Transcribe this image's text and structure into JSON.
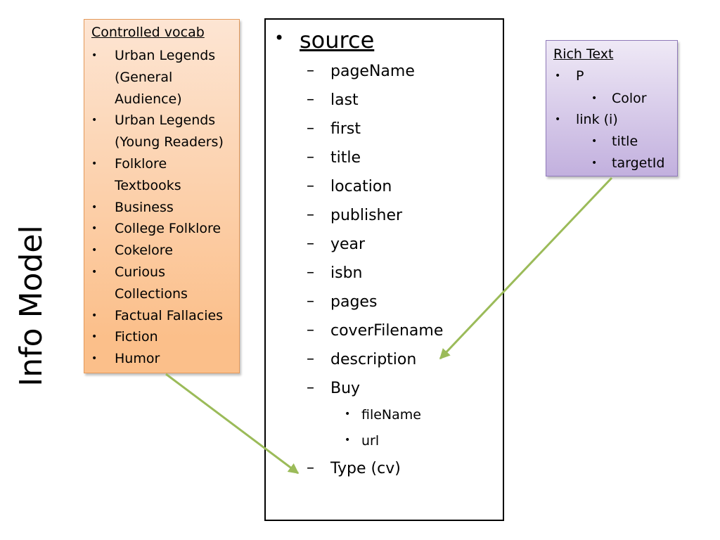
{
  "side_title": "Info Model",
  "controlled_vocab": {
    "heading": "Controlled vocab",
    "items": [
      [
        "Urban Legends",
        "(General",
        "Audience)"
      ],
      [
        "Urban Legends",
        "(Young Readers)"
      ],
      [
        "Folklore",
        "Textbooks"
      ],
      [
        "Business"
      ],
      [
        "College Folklore"
      ],
      [
        "Cokelore"
      ],
      [
        "Curious",
        "Collections"
      ],
      [
        "Factual Fallacies"
      ],
      [
        "Fiction"
      ],
      [
        "Humor"
      ]
    ]
  },
  "source": {
    "heading": "source",
    "fields": [
      "pageName",
      "last",
      "first",
      "title",
      "location",
      "publisher",
      "year",
      "isbn",
      "pages",
      "coverFilename",
      "description",
      "Buy"
    ],
    "buy_subfields": [
      "fileName",
      "url"
    ],
    "last_field": "Type (cv)"
  },
  "rich_text": {
    "heading": "Rich Text",
    "p_label": "P",
    "p_children": [
      "Color"
    ],
    "link_label": "link (i)",
    "link_children": [
      "title",
      "targetId"
    ]
  },
  "colors": {
    "arrow": "#9bbb59",
    "cv_fill": "#fbbf8a",
    "rt_fill": "#c2b0de"
  },
  "glyphs": {
    "bullet": "•",
    "dash": "–"
  }
}
